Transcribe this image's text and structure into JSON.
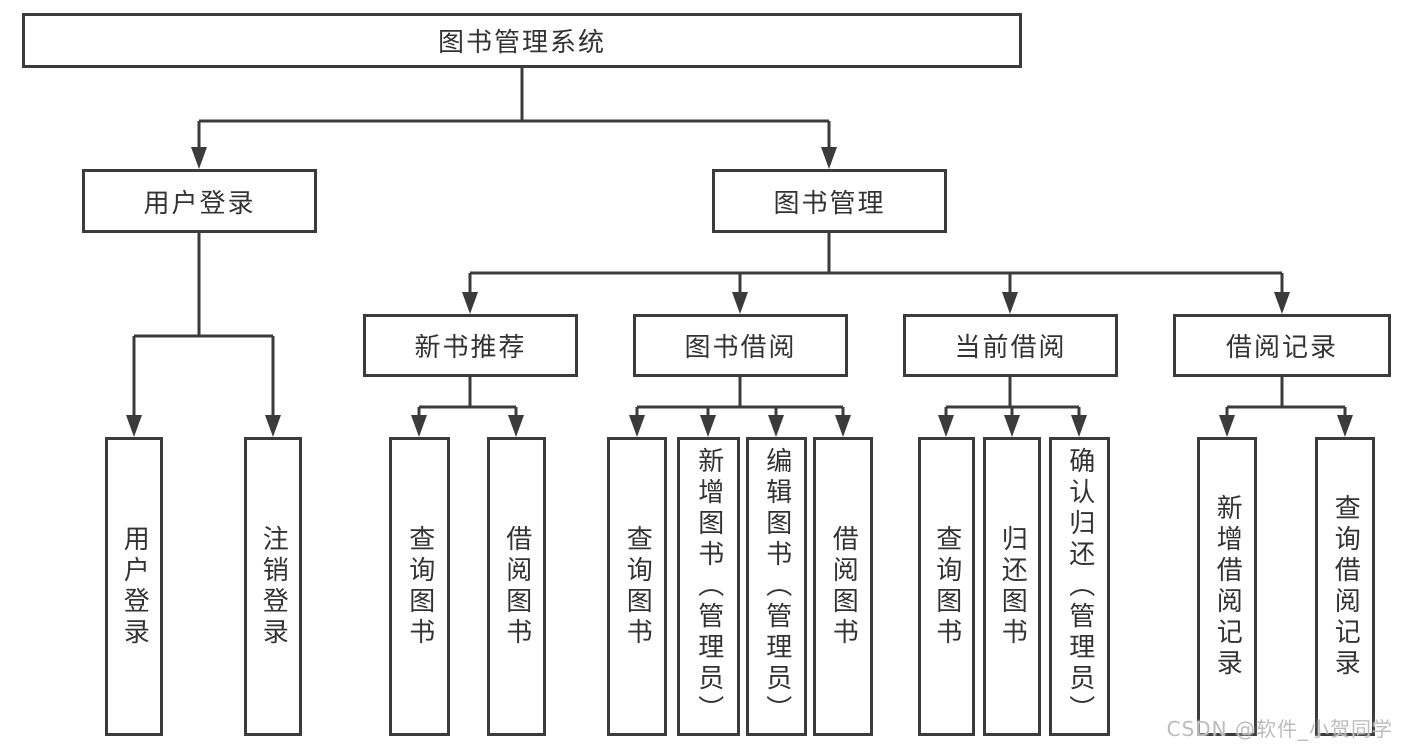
{
  "diagram_type": "feature-tree",
  "colors": {
    "line": "#3b3b3b",
    "text": "#333333",
    "background": "#ffffff",
    "watermark": "#bcbcbc"
  },
  "tree": {
    "label": "图书管理系统",
    "children": [
      {
        "label": "用户登录",
        "children": [
          {
            "label": "用户登录"
          },
          {
            "label": "注销登录"
          }
        ]
      },
      {
        "label": "图书管理",
        "children": [
          {
            "label": "新书推荐",
            "children": [
              {
                "label": "查询图书"
              },
              {
                "label": "借阅图书"
              }
            ]
          },
          {
            "label": "图书借阅",
            "children": [
              {
                "label": "查询图书"
              },
              {
                "label": "新增图书（管理员）"
              },
              {
                "label": "编辑图书（管理员）"
              },
              {
                "label": "借阅图书"
              }
            ]
          },
          {
            "label": "当前借阅",
            "children": [
              {
                "label": "查询图书"
              },
              {
                "label": "归还图书"
              },
              {
                "label": "确认归还（管理员）"
              }
            ]
          },
          {
            "label": "借阅记录",
            "children": [
              {
                "label": "新增借阅记录"
              },
              {
                "label": "查询借阅记录"
              }
            ]
          }
        ]
      }
    ]
  },
  "watermark": {
    "text": "CSDN @软件_小贺同学"
  }
}
